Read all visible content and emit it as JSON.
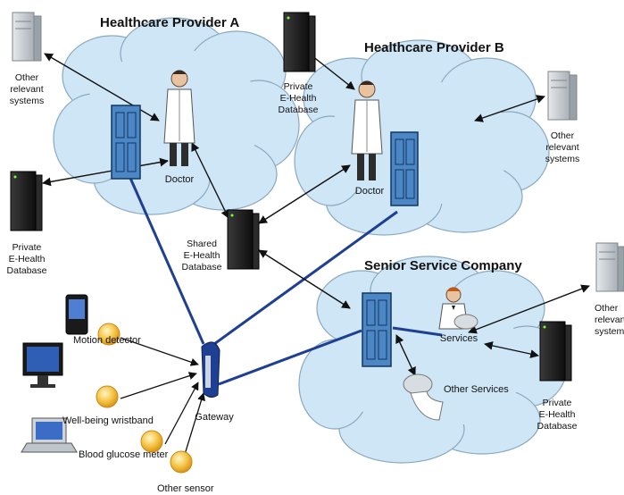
{
  "clouds": {
    "provider_a": {
      "title": "Healthcare Provider A"
    },
    "provider_b": {
      "title": "Healthcare Provider B"
    },
    "senior": {
      "title": "Senior Service Company"
    }
  },
  "labels": {
    "other_systems_a": [
      "Other",
      "relevant",
      "systems"
    ],
    "other_systems_b": [
      "Other",
      "relevant",
      "systems"
    ],
    "other_systems_senior": [
      "Other",
      "relevant",
      "system"
    ],
    "private_db_a": [
      "Private",
      "E-Health",
      "Database"
    ],
    "private_db_b": [
      "Private",
      "E-Health",
      "Database"
    ],
    "private_db_senior": [
      "Private",
      "E-Health",
      "Database"
    ],
    "shared_db": [
      "Shared",
      "E-Health",
      "Database"
    ],
    "doctor_a": "Doctor",
    "doctor_b": "Doctor",
    "services": "Services",
    "other_services": "Other Services",
    "gateway": "Gateway",
    "motion_detector": "Motion detector",
    "wristband": "Well-being wristband",
    "glucose": "Blood glucose meter",
    "other_sensor": "Other sensor"
  },
  "colors": {
    "cloud_fill": "#cfe6f6",
    "cloud_stroke": "#8aa9bf",
    "blue_link": "#1f3f93",
    "arrow": "#111111",
    "server_dark": "#1c1c1c",
    "server_light": "#c9ced3",
    "door": "#4b86c5",
    "sensor": "#f4c04a"
  }
}
